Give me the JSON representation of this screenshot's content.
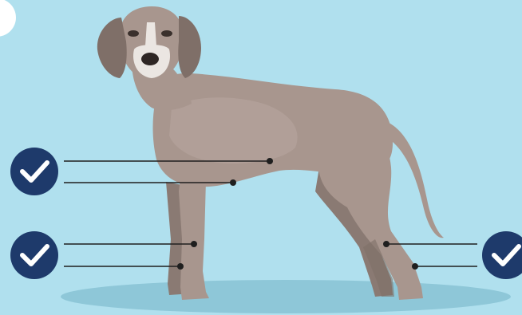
{
  "colors": {
    "background": "#b0e0ee",
    "shadow": "#8ec7d8",
    "dog_body": "#a8968e",
    "dog_highlight": "#b8a8a0",
    "dog_shade": "#7f6f68",
    "dog_far_legs": "#8a7a73",
    "dog_muzzle": "#ebe6e2",
    "dog_nose": "#2e2624",
    "check_badge": "#1e3a6b",
    "check_mark": "#ffffff",
    "callout_line": "#1f1f1f"
  },
  "icons": {
    "check": "check-circle-icon",
    "corner_badge": "circle-badge-partial"
  },
  "callouts": [
    {
      "id": "chest",
      "badge": "left-upper"
    },
    {
      "id": "belly",
      "badge": "left-upper"
    },
    {
      "id": "front-knee",
      "badge": "left-lower"
    },
    {
      "id": "front-pastern",
      "badge": "left-lower"
    },
    {
      "id": "hind-hock",
      "badge": "right"
    },
    {
      "id": "hind-pastern",
      "badge": "right"
    }
  ]
}
